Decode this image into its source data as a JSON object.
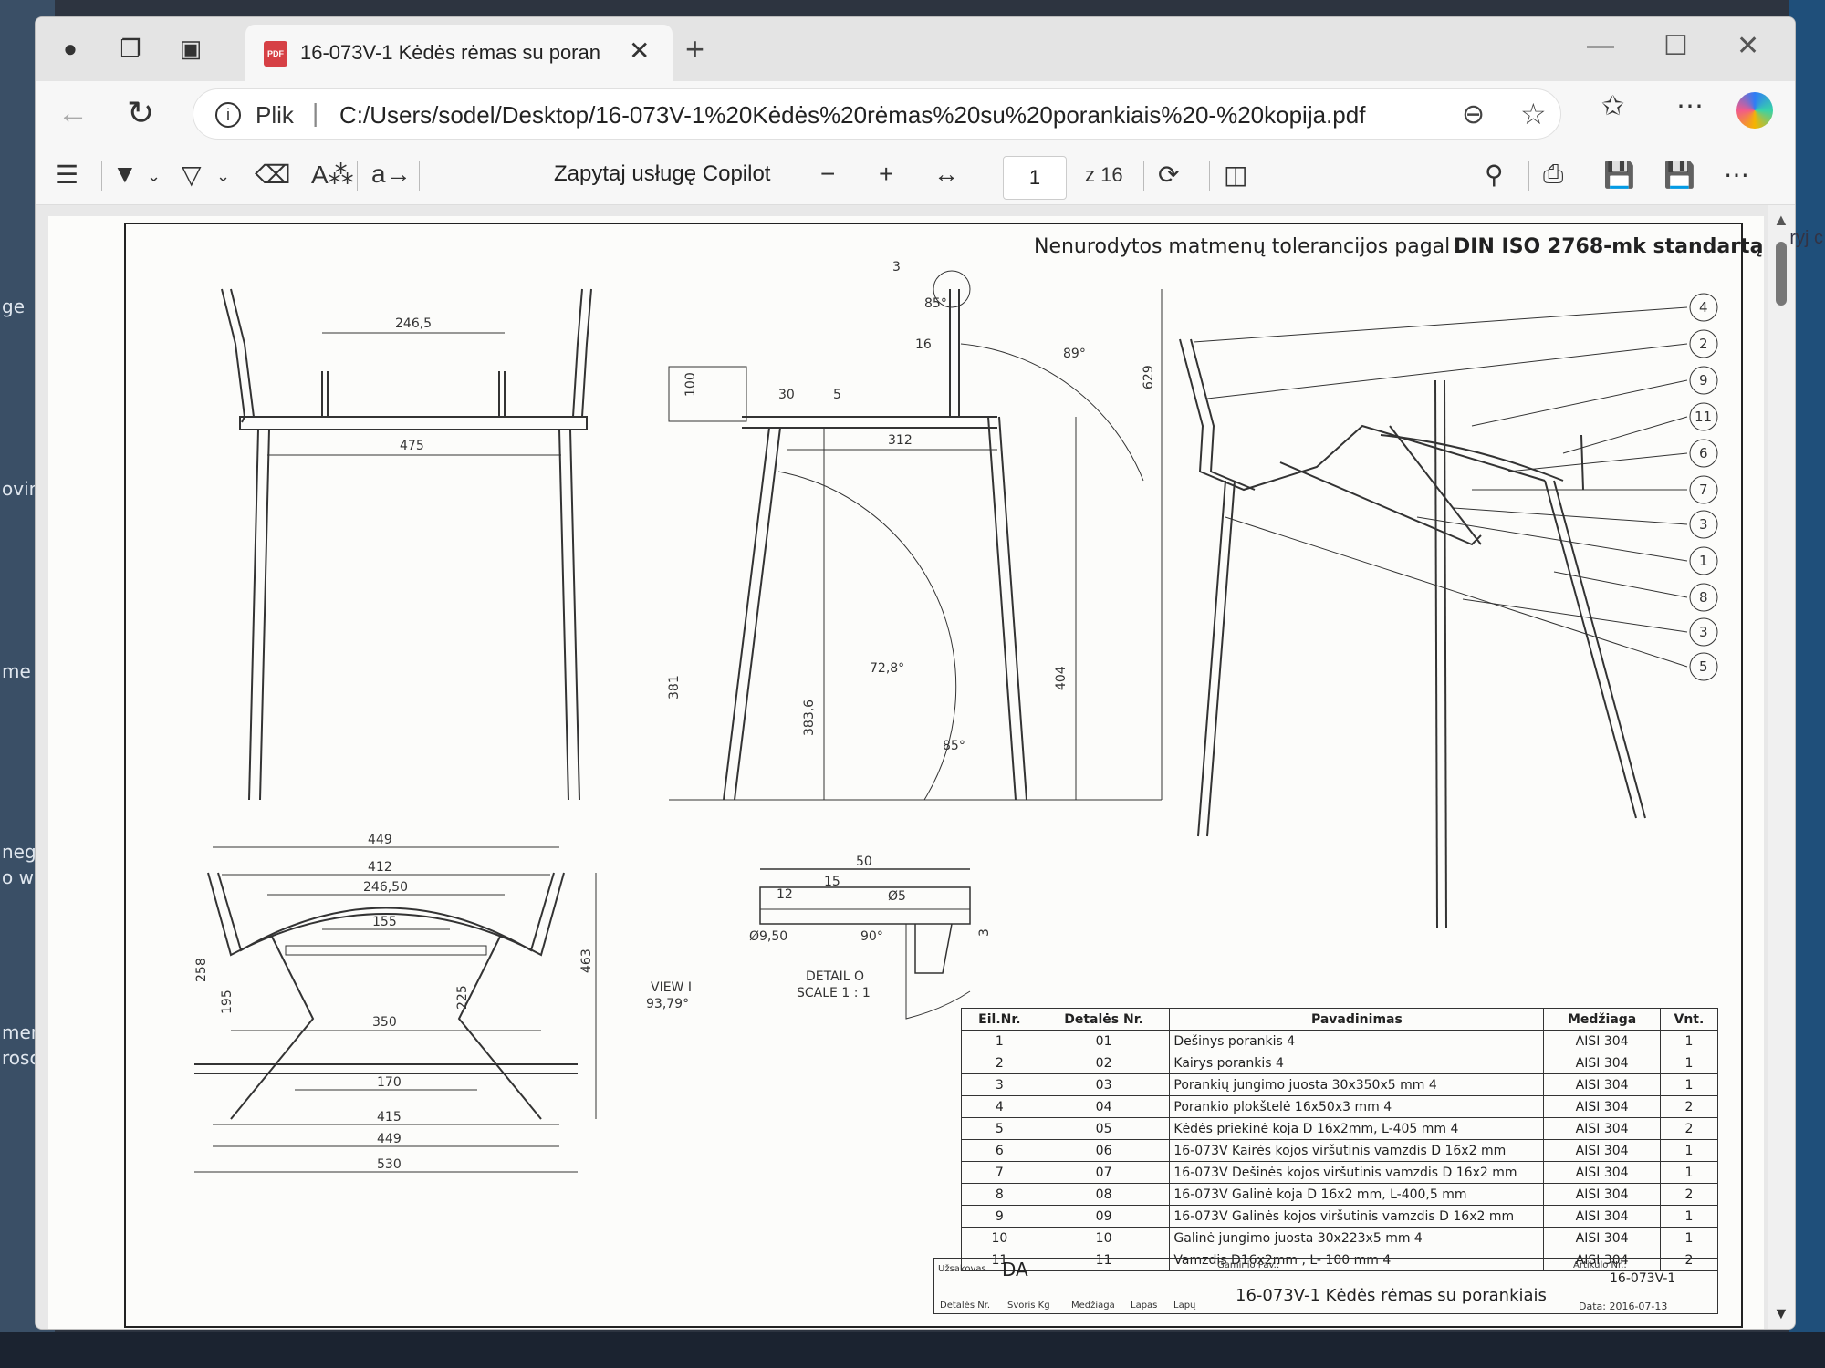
{
  "tab": {
    "title": "16-073V-1 Kėdės rėmas su poran"
  },
  "address": {
    "scheme": "Plik",
    "url": "C:/Users/sodel/Desktop/16-073V-1%20Kėdės%20rėmas%20su%20porankiais%20-%20kopija.pdf"
  },
  "pdf_toolbar": {
    "copilot_label": "Zapytaj usługę Copilot",
    "page_current": "1",
    "page_total": "z 16"
  },
  "drawing": {
    "tolerance_note_prefix": "Nenurodytos matmenų tolerancijos pagal",
    "tolerance_note_standard": "DIN ISO 2768-mk standartą",
    "front_view_dims": [
      "246,5",
      "475"
    ],
    "side_view_dims": [
      "100",
      "30",
      "5",
      "16",
      "3",
      "312",
      "629",
      "89°",
      "85°",
      "381",
      "383,6",
      "72,8°",
      "404",
      "85°"
    ],
    "top_view_dims": [
      "449",
      "412",
      "246,50",
      "155",
      "258",
      "195",
      "225",
      "463",
      "350",
      "170",
      "415",
      "449",
      "530"
    ],
    "view_label": "VIEW I",
    "view_angle": "93,79°",
    "detail_dims": [
      "50",
      "12",
      "15",
      "Ø5",
      "Ø9,50",
      "90°",
      "3"
    ],
    "detail_label": "DETAIL O",
    "detail_scale": "SCALE 1 : 1",
    "balloons": [
      "4",
      "2",
      "9",
      "11",
      "6",
      "7",
      "3",
      "1",
      "8",
      "3",
      "5"
    ]
  },
  "parts_table": {
    "headers": [
      "Eil.Nr.",
      "Detalės Nr.",
      "Pavadinimas",
      "Medžiaga",
      "Vnt."
    ],
    "rows": [
      [
        "1",
        "01",
        "Dešinys porankis 4",
        "AISI 304",
        "1"
      ],
      [
        "2",
        "02",
        "Kairys porankis 4",
        "AISI 304",
        "1"
      ],
      [
        "3",
        "03",
        "Porankių jungimo juosta 30x350x5 mm 4",
        "AISI 304",
        "1"
      ],
      [
        "4",
        "04",
        "Porankio plokštelė 16x50x3 mm 4",
        "AISI 304",
        "2"
      ],
      [
        "5",
        "05",
        "Kėdės priekinė koja D 16x2mm, L-405 mm 4",
        "AISI 304",
        "2"
      ],
      [
        "6",
        "06",
        "16-073V Kairės kojos viršutinis vamzdis D 16x2 mm",
        "AISI 304",
        "1"
      ],
      [
        "7",
        "07",
        "16-073V Dešinės kojos viršutinis vamzdis D 16x2 mm",
        "AISI 304",
        "1"
      ],
      [
        "8",
        "08",
        "16-073V Galinė koja D 16x2 mm, L-400,5 mm",
        "AISI 304",
        "2"
      ],
      [
        "9",
        "09",
        "16-073V Galinės kojos viršutinis vamzdis D 16x2 mm",
        "AISI 304",
        "1"
      ],
      [
        "10",
        "10",
        "Galinė jungimo juosta 30x223x5 mm 4",
        "AISI 304",
        "1"
      ],
      [
        "11",
        "11",
        "Vamzdis D16x2mm , L- 100 mm 4",
        "AISI 304",
        "2"
      ]
    ]
  },
  "title_block": {
    "customer_label": "Užsakovas",
    "customer": "DA",
    "product_label": "Gaminio Pav.:",
    "product_name": "16-073V-1 Kėdės rėmas su porankiais",
    "article_label": "Artikulo Nr.:",
    "article": "16-073V-1",
    "date": "Data: 2016-07-13",
    "footer_labels": [
      "Detalės Nr.",
      "Svoris Kg",
      "Medžiaga",
      "Lapas",
      "Lapų"
    ]
  },
  "desktop_fragments": [
    "ge",
    "ovin",
    "me",
    "nego",
    "o we",
    "ment",
    "roso.",
    "ryj c"
  ]
}
